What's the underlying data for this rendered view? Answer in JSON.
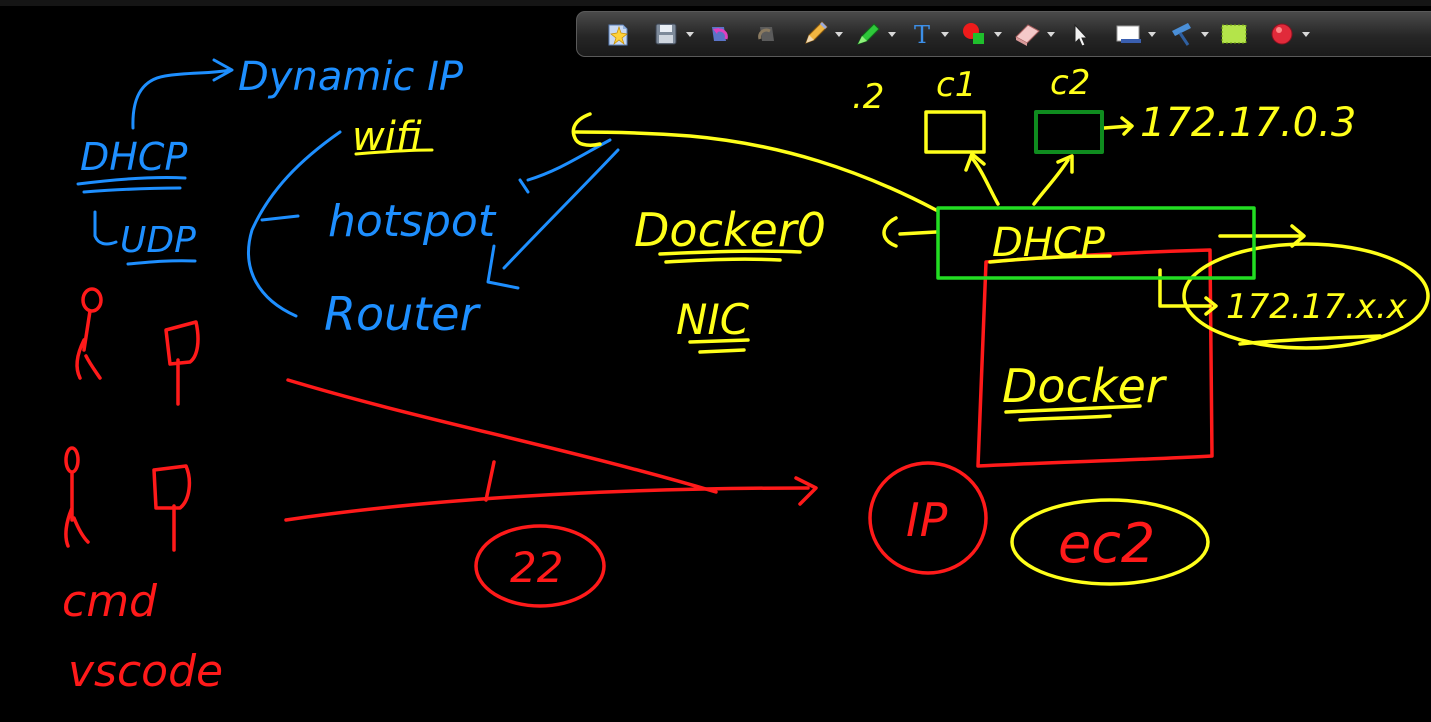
{
  "colors": {
    "background": "#000000",
    "blue": "#1e8fff",
    "yellow": "#ffff1a",
    "red": "#ff1a1a",
    "green": "#22dd22",
    "darkgreen": "#0f8c1f"
  },
  "toolbar": {
    "tools": [
      {
        "name": "new-page-icon",
        "has_menu": false
      },
      {
        "name": "save-icon",
        "has_menu": true
      },
      {
        "name": "undo-icon",
        "has_menu": false
      },
      {
        "name": "redo-icon",
        "has_menu": false
      },
      {
        "name": "pencil-icon",
        "has_menu": true
      },
      {
        "name": "highlighter-icon",
        "has_menu": true
      },
      {
        "name": "text-tool-icon",
        "has_menu": true,
        "glyph": "T"
      },
      {
        "name": "shapes-icon",
        "has_menu": true
      },
      {
        "name": "eraser-icon",
        "has_menu": true
      },
      {
        "name": "pointer-icon",
        "has_menu": false
      },
      {
        "name": "background-icon",
        "has_menu": true
      },
      {
        "name": "clear-screen-icon",
        "has_menu": true
      },
      {
        "name": "screen-capture-icon",
        "has_menu": false
      },
      {
        "name": "record-icon",
        "has_menu": true
      }
    ]
  },
  "whiteboard": {
    "left": {
      "dynamic_ip": "Dynamic IP",
      "dhcp": "DHCP",
      "udp": "UDP",
      "wifi": "wifi",
      "hotspot": "hotspot",
      "router": "Router",
      "cmd": "cmd",
      "vscode": "vscode"
    },
    "middle": {
      "docker0": "Docker0",
      "nic": "NIC",
      "port": "22"
    },
    "right": {
      "dot2": ".2",
      "c1": "c1",
      "c2": "c2",
      "ip_c2": "172.17.0.3",
      "dhcp_box": "DHCP",
      "ip_range": "172.17.x.x",
      "docker": "Docker",
      "ip": "IP",
      "ec2": "ec2"
    }
  }
}
